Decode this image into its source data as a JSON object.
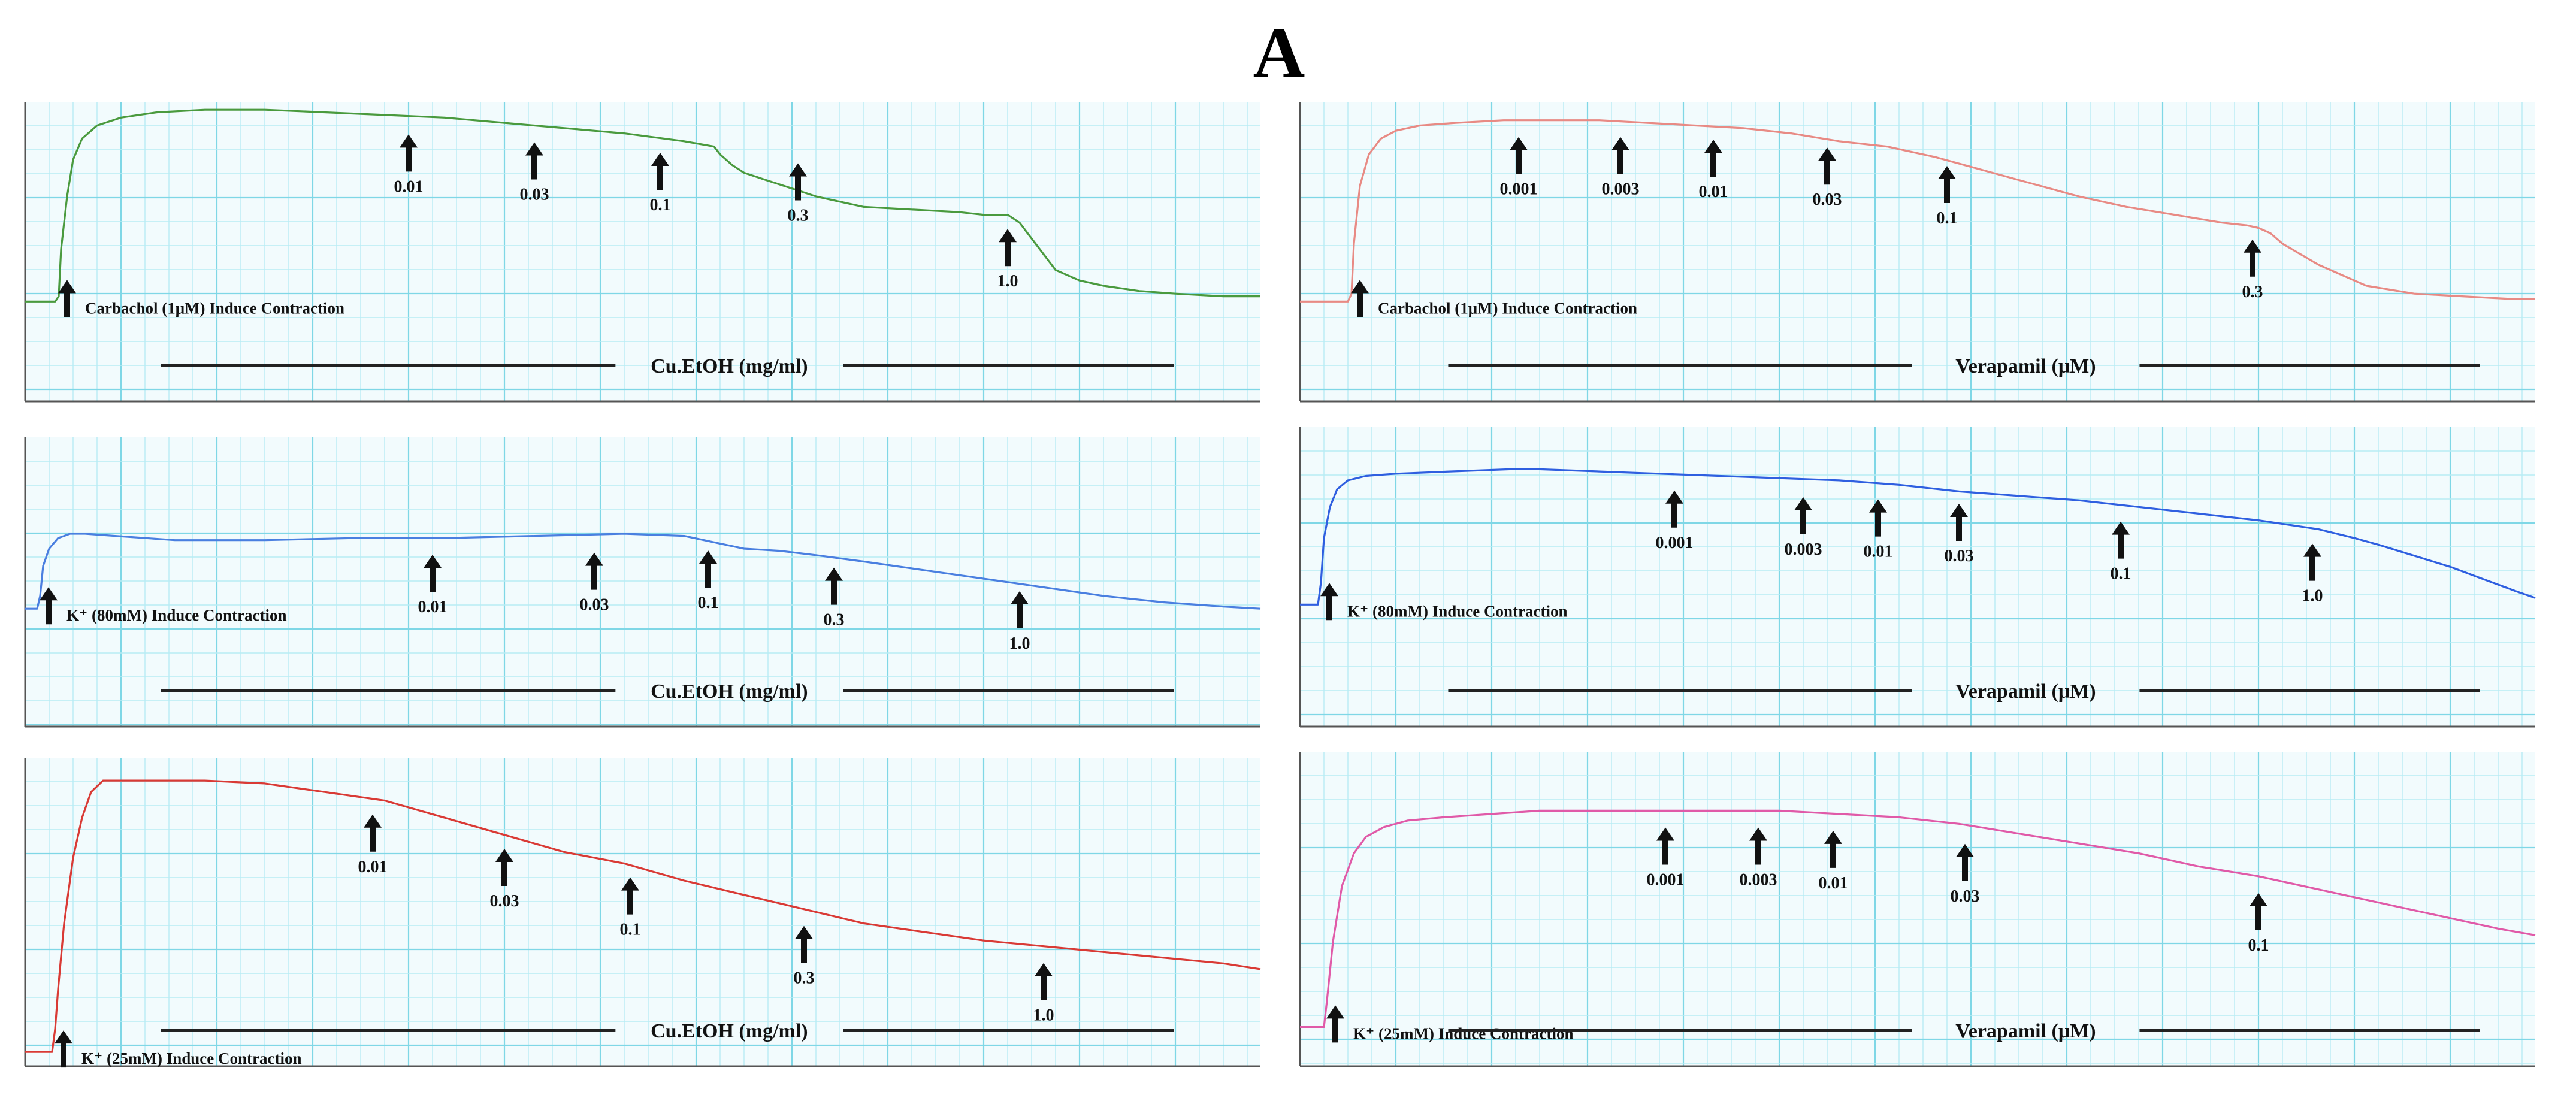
{
  "figure_label": "A",
  "colors": {
    "paper": "#f2fbfd",
    "grid_minor": "#b8ecf4",
    "grid_major": "#7fd7e6",
    "text": "#111111",
    "bar": "#222222"
  },
  "chart_data": [
    {
      "type": "line",
      "induction_label": "Carbachol (1μM) Induce Contraction",
      "compound_label": "Cu.EtOH (mg/ml)",
      "trace_color": "#4a9a3e",
      "x": [
        0,
        50,
        56,
        60,
        70,
        80,
        95,
        120,
        160,
        220,
        300,
        400,
        500,
        600,
        700,
        800,
        900,
        1000,
        1100,
        1150,
        1160,
        1180,
        1200,
        1240,
        1280,
        1320,
        1360,
        1400,
        1480,
        1560,
        1600,
        1640,
        1660,
        1680,
        1700,
        1720,
        1760,
        1800,
        1860,
        1920,
        2000,
        2062
      ],
      "y": [
        0,
        0,
        2,
        20,
        40,
        54,
        62,
        67,
        70,
        72,
        73,
        73,
        72,
        71,
        70,
        68,
        66,
        64,
        61,
        59,
        56,
        52,
        49,
        46,
        43,
        40,
        38,
        36,
        35,
        34,
        33,
        33,
        30,
        24,
        18,
        12,
        8,
        6,
        4,
        3,
        2,
        2
      ],
      "doses": [
        {
          "label": "0.01",
          "x": 640,
          "y": 70
        },
        {
          "label": "0.03",
          "x": 850,
          "y": 67
        },
        {
          "label": "0.1",
          "x": 1060,
          "y": 63
        },
        {
          "label": "0.3",
          "x": 1290,
          "y": 59
        },
        {
          "label": "1.0",
          "x": 1640,
          "y": 34
        }
      ],
      "ylim": [
        -38,
        76
      ]
    },
    {
      "type": "line",
      "induction_label": "Carbachol (1μM) Induce Contraction",
      "compound_label": "Verapamil (μM)",
      "trace_color": "#e88a84",
      "x": [
        0,
        80,
        86,
        90,
        100,
        115,
        135,
        160,
        200,
        260,
        340,
        420,
        500,
        580,
        660,
        740,
        820,
        900,
        980,
        1060,
        1140,
        1220,
        1300,
        1380,
        1460,
        1540,
        1580,
        1600,
        1620,
        1640,
        1700,
        1780,
        1860,
        1940,
        2020,
        2062
      ],
      "y": [
        0,
        0,
        3,
        22,
        44,
        56,
        62,
        65,
        67,
        68,
        69,
        69,
        69,
        68,
        67,
        66,
        64,
        61,
        59,
        55,
        50,
        45,
        40,
        36,
        33,
        30,
        29,
        28,
        26,
        22,
        14,
        6,
        3,
        2,
        1,
        1
      ],
      "doses": [
        {
          "label": "0.001",
          "x": 365,
          "y": 69
        },
        {
          "label": "0.003",
          "x": 535,
          "y": 69
        },
        {
          "label": "0.01",
          "x": 690,
          "y": 68
        },
        {
          "label": "0.03",
          "x": 880,
          "y": 65
        },
        {
          "label": "0.1",
          "x": 1080,
          "y": 58
        },
        {
          "label": "0.3",
          "x": 1590,
          "y": 30
        }
      ],
      "ylim": [
        -38,
        76
      ]
    },
    {
      "type": "line",
      "induction_label": "K⁺ (80mM) Induce Contraction",
      "compound_label": "Cu.EtOH (mg/ml)",
      "trace_color": "#4a7fe0",
      "x": [
        0,
        20,
        25,
        30,
        40,
        55,
        75,
        100,
        150,
        250,
        400,
        550,
        700,
        850,
        1000,
        1100,
        1150,
        1200,
        1260,
        1320,
        1400,
        1500,
        1600,
        1700,
        1800,
        1900,
        2000,
        2062
      ],
      "y": [
        0,
        0,
        6,
        20,
        28,
        33,
        35,
        35,
        34,
        32,
        32,
        33,
        33,
        34,
        35,
        34,
        31,
        28,
        27,
        25,
        22,
        18,
        14,
        10,
        6,
        3,
        1,
        0
      ],
      "doses": [
        {
          "label": "0.01",
          "x": 680,
          "y": 33
        },
        {
          "label": "0.03",
          "x": 950,
          "y": 34
        },
        {
          "label": "0.1",
          "x": 1140,
          "y": 35
        },
        {
          "label": "0.3",
          "x": 1350,
          "y": 27
        },
        {
          "label": "1.0",
          "x": 1660,
          "y": 16
        }
      ],
      "ylim": [
        -55,
        80
      ]
    },
    {
      "type": "line",
      "induction_label": "K⁺ (80mM) Induce Contraction",
      "compound_label": "Verapamil (μM)",
      "trace_color": "#2f5fe0",
      "x": [
        0,
        30,
        35,
        40,
        50,
        62,
        80,
        110,
        160,
        250,
        350,
        400,
        500,
        600,
        700,
        800,
        900,
        1000,
        1100,
        1200,
        1300,
        1400,
        1500,
        1600,
        1700,
        1760,
        1800,
        1860,
        1920,
        1980,
        2030,
        2062
      ],
      "y": [
        0,
        0,
        10,
        30,
        44,
        52,
        56,
        58,
        59,
        60,
        61,
        61,
        60,
        59,
        58,
        57,
        56,
        54,
        51,
        49,
        47,
        44,
        41,
        38,
        34,
        30,
        27,
        22,
        17,
        11,
        6,
        3
      ],
      "doses": [
        {
          "label": "0.001",
          "x": 625,
          "y": 59
        },
        {
          "label": "0.003",
          "x": 840,
          "y": 56
        },
        {
          "label": "0.01",
          "x": 965,
          "y": 55
        },
        {
          "label": "0.03",
          "x": 1100,
          "y": 53
        },
        {
          "label": "0.1",
          "x": 1370,
          "y": 45
        },
        {
          "label": "1.0",
          "x": 1690,
          "y": 35
        }
      ],
      "ylim": [
        -55,
        80
      ]
    },
    {
      "type": "line",
      "induction_label": "K⁺ (25mM) Induce Contraction",
      "compound_label": "Cu.EtOH (mg/ml)",
      "trace_color": "#d93a35",
      "x": [
        0,
        45,
        50,
        55,
        65,
        80,
        95,
        110,
        130,
        160,
        220,
        300,
        400,
        500,
        600,
        700,
        800,
        900,
        1000,
        1100,
        1200,
        1300,
        1400,
        1500,
        1600,
        1700,
        1800,
        1900,
        2000,
        2062
      ],
      "y": [
        0,
        0,
        8,
        22,
        45,
        68,
        82,
        91,
        95,
        95,
        95,
        95,
        94,
        91,
        88,
        82,
        76,
        70,
        66,
        60,
        55,
        50,
        45,
        42,
        39,
        37,
        35,
        33,
        31,
        29
      ],
      "doses": [
        {
          "label": "0.01",
          "x": 580,
          "y": 89
        },
        {
          "label": "0.03",
          "x": 800,
          "y": 77
        },
        {
          "label": "0.1",
          "x": 1010,
          "y": 67
        },
        {
          "label": "0.3",
          "x": 1300,
          "y": 50
        },
        {
          "label": "1.0",
          "x": 1700,
          "y": 37
        }
      ],
      "ylim": [
        -5,
        103
      ]
    },
    {
      "type": "line",
      "induction_label": "K⁺ (25mM) Induce Contraction",
      "compound_label": "Verapamil (μM)",
      "trace_color": "#e05aa8",
      "x": [
        0,
        40,
        45,
        55,
        70,
        90,
        110,
        140,
        180,
        240,
        320,
        400,
        500,
        600,
        700,
        800,
        900,
        1000,
        1100,
        1200,
        1300,
        1400,
        1500,
        1600,
        1700,
        1800,
        1900,
        2000,
        2062
      ],
      "y": [
        0,
        0,
        8,
        26,
        43,
        53,
        58,
        61,
        63,
        64,
        65,
        66,
        66,
        66,
        66,
        66,
        65,
        64,
        62,
        59,
        56,
        53,
        49,
        46,
        42,
        38,
        34,
        30,
        28
      ],
      "doses": [
        {
          "label": "0.001",
          "x": 610,
          "y": 66
        },
        {
          "label": "0.003",
          "x": 765,
          "y": 66
        },
        {
          "label": "0.01",
          "x": 890,
          "y": 65
        },
        {
          "label": "0.03",
          "x": 1110,
          "y": 61
        },
        {
          "label": "0.1",
          "x": 1600,
          "y": 46
        }
      ],
      "ylim": [
        -12,
        84
      ]
    }
  ]
}
